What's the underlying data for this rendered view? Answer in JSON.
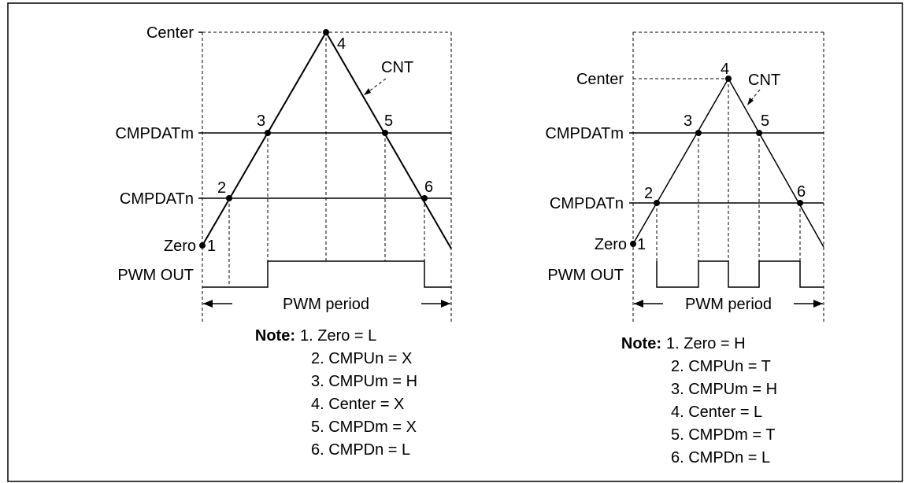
{
  "left_diagram": {
    "labels": {
      "center": "Center",
      "cmpdat_m": "CMPDATm",
      "cmpdat_n": "CMPDATn",
      "zero": "Zero",
      "pwm_out": "PWM OUT",
      "cnt": "CNT",
      "pwm_period": "PWM period"
    },
    "point_numbers": [
      "1",
      "2",
      "3",
      "4",
      "5",
      "6"
    ],
    "note_title": "Note:",
    "notes": [
      "1. Zero = L",
      "2. CMPUn = X",
      "3. CMPUm = H",
      "4. Center = X",
      "5. CMPDm = X",
      "6. CMPDn = L"
    ]
  },
  "right_diagram": {
    "labels": {
      "center": "Center",
      "cmpdat_m": "CMPDATm",
      "cmpdat_n": "CMPDATn",
      "zero": "Zero",
      "pwm_out": "PWM OUT",
      "cnt": "CNT",
      "pwm_period": "PWM period"
    },
    "point_numbers": [
      "1",
      "2",
      "3",
      "4",
      "5",
      "6"
    ],
    "note_title": "Note:",
    "notes": [
      "1. Zero = H",
      "2. CMPUn = T",
      "3. CMPUm = H",
      "4. Center = L",
      "5. CMPDm = T",
      "6. CMPDn = L"
    ]
  },
  "colors": {
    "line": "#000000",
    "background": "#ffffff",
    "frame": "#000000"
  }
}
